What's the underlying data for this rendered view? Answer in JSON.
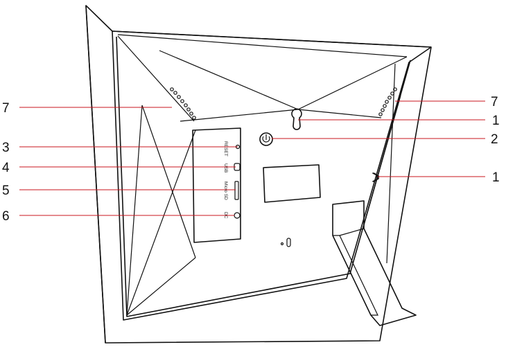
{
  "colors": {
    "leader_line": "#c8141e",
    "outline": "#111111",
    "background": "#ffffff"
  },
  "callouts": {
    "left": [
      {
        "number": "7"
      },
      {
        "number": "3"
      },
      {
        "number": "4"
      },
      {
        "number": "5"
      },
      {
        "number": "6"
      }
    ],
    "right": [
      {
        "number": "7"
      },
      {
        "number": "1"
      },
      {
        "number": "2"
      },
      {
        "number": "1"
      }
    ]
  },
  "port_labels": {
    "reset": "RESET",
    "usb": "USB",
    "micro_sd": "Micro SD",
    "dc": "DC"
  },
  "icons": {
    "power": "power-icon",
    "keyhole_top": "keyhole-icon",
    "keyhole_side": "keyhole-icon",
    "lock": "lock-slot-icon"
  }
}
